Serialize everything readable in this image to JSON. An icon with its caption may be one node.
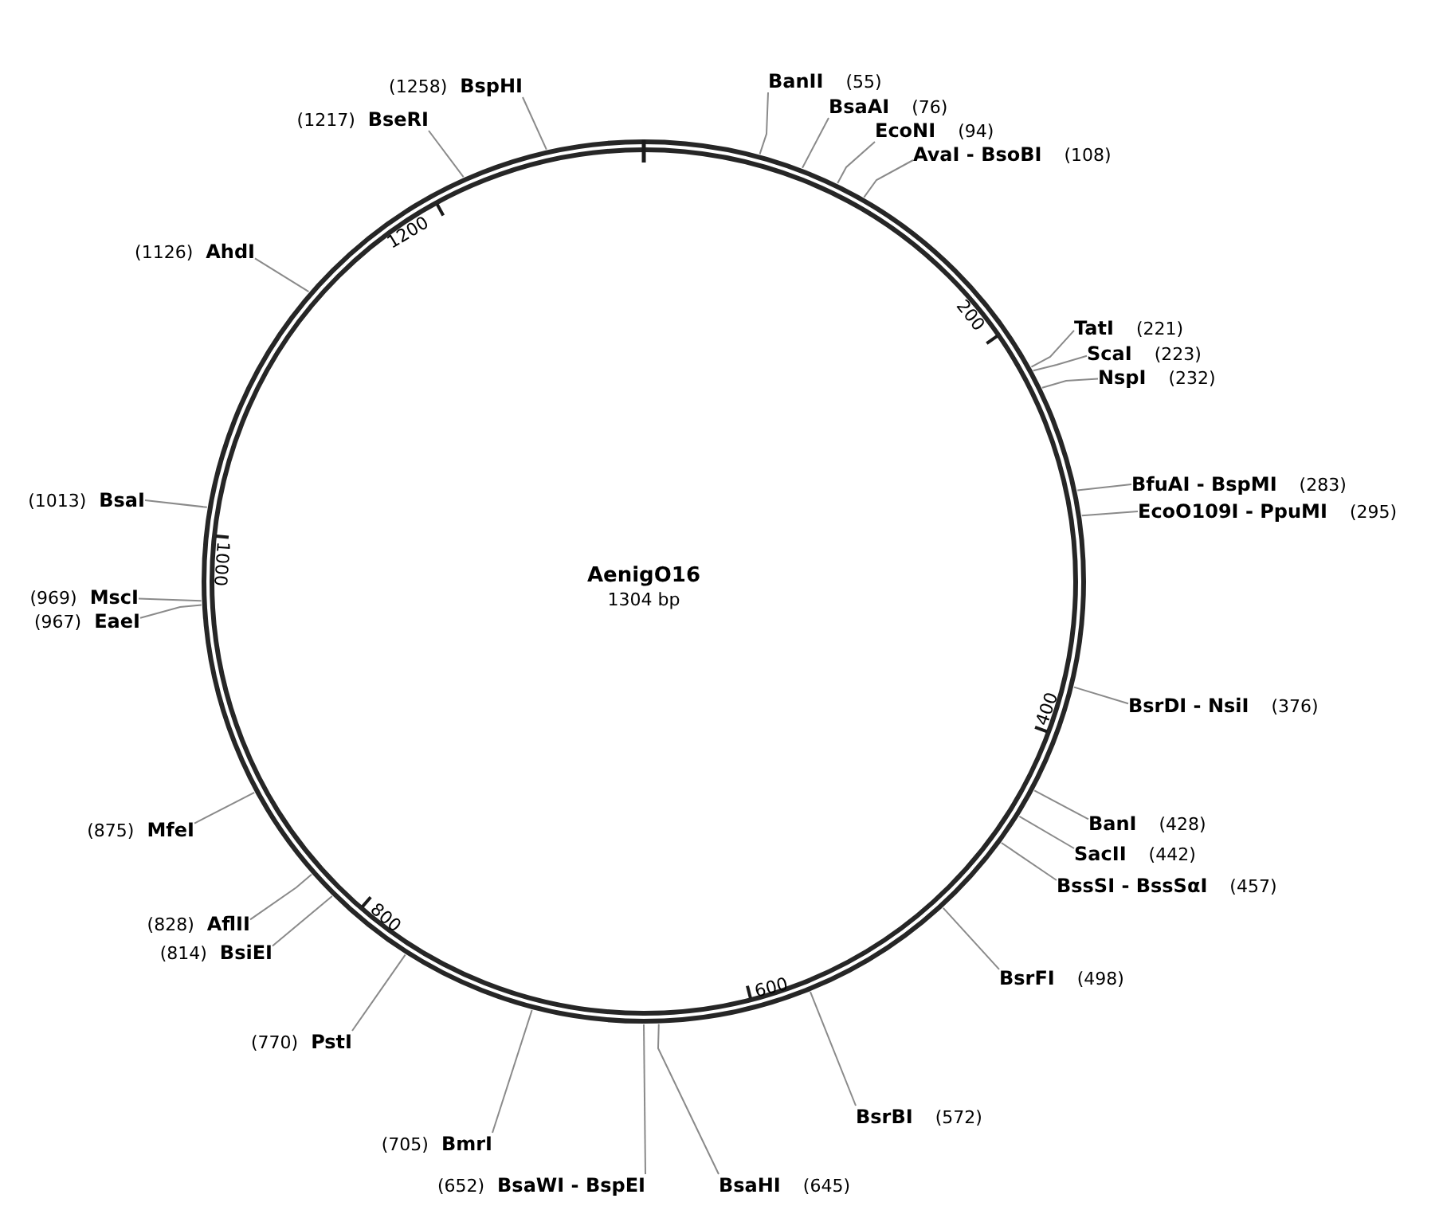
{
  "diagram": {
    "nodes": [
      {
        "text": [
          "AenigO16",
          "1304 bp"
        ]
      },
      {
        "text": [
          "BanII",
          "(55)"
        ]
      },
      {
        "text": [
          "(1258)",
          "BspHI"
        ]
      },
      {
        "text": [
          "BsaAI",
          "(76)"
        ]
      },
      {
        "text": [
          "(1217)",
          "BseRI"
        ]
      },
      {
        "text": [
          "EcoNI",
          "(94)"
        ]
      },
      {
        "text": [
          "AvaI - BsoBI",
          "(108)"
        ]
      },
      {
        "text": [
          "(1126)",
          "AhdI"
        ]
      },
      {
        "text": [
          "TatI",
          "(221)"
        ]
      },
      {
        "text": [
          "ScaI",
          "(223)"
        ]
      },
      {
        "text": [
          "NspI",
          "(232)"
        ]
      },
      {
        "text": [
          "BfuAI - BspMI",
          "(283)"
        ]
      },
      {
        "text": [
          "(1013)",
          "BsaI"
        ]
      },
      {
        "text": [
          "EcoO109I - PpuMI",
          "(295)"
        ]
      },
      {
        "text": [
          "(969)",
          "MscI"
        ]
      },
      {
        "text": [
          "(967)",
          "EaeI"
        ]
      },
      {
        "text": [
          "BsrDI - NsiI",
          "(376)"
        ]
      },
      {
        "text": [
          "BanI",
          "(428)"
        ]
      },
      {
        "text": [
          "(875)",
          "MfeI"
        ]
      },
      {
        "text": [
          "SacII",
          "(442)"
        ]
      },
      {
        "text": [
          "BssSI - BssSαI",
          "(457)"
        ]
      },
      {
        "text": [
          "(828)",
          "AflII"
        ]
      },
      {
        "text": [
          "(814)",
          "BsiEI"
        ]
      },
      {
        "text": [
          "BsrFI",
          "(498)"
        ]
      },
      {
        "text": [
          "(770)",
          "PstI"
        ]
      },
      {
        "text": [
          "BsrBI",
          "(572)"
        ]
      },
      {
        "text": [
          "(705)",
          "BmrI"
        ]
      },
      {
        "text": [
          "(652)",
          "BsaWI - BspEI"
        ]
      },
      {
        "text": [
          "BsaHI",
          "(645)"
        ]
      }
    ],
    "edges": [
      {
        "from": 1,
        "to": 0,
        "arrow": "none"
      },
      {
        "from": 2,
        "to": 0,
        "arrow": "none"
      },
      {
        "from": 3,
        "to": 0,
        "arrow": "none"
      },
      {
        "from": 4,
        "to": 0,
        "arrow": "none"
      },
      {
        "from": 5,
        "to": 0,
        "arrow": "none"
      },
      {
        "from": 6,
        "to": 0,
        "arrow": "none"
      },
      {
        "from": 7,
        "to": 0,
        "arrow": "none"
      },
      {
        "from": 8,
        "to": 0,
        "arrow": "none"
      },
      {
        "from": 9,
        "to": 0,
        "arrow": "none"
      },
      {
        "from": 10,
        "to": 0,
        "arrow": "none"
      },
      {
        "from": 11,
        "to": 0,
        "arrow": "none"
      },
      {
        "from": 12,
        "to": 0,
        "arrow": "none"
      },
      {
        "from": 13,
        "to": 0,
        "arrow": "none"
      },
      {
        "from": 14,
        "to": 0,
        "arrow": "none"
      },
      {
        "from": 15,
        "to": 0,
        "arrow": "none"
      },
      {
        "from": 16,
        "to": 0,
        "arrow": "none"
      },
      {
        "from": 17,
        "to": 0,
        "arrow": "none"
      },
      {
        "from": 18,
        "to": 0,
        "arrow": "none"
      },
      {
        "from": 19,
        "to": 0,
        "arrow": "none"
      },
      {
        "from": 20,
        "to": 0,
        "arrow": "none"
      },
      {
        "from": 21,
        "to": 0,
        "arrow": "none"
      },
      {
        "from": 22,
        "to": 0,
        "arrow": "none"
      },
      {
        "from": 23,
        "to": 0,
        "arrow": "none"
      },
      {
        "from": 24,
        "to": 0,
        "arrow": "none"
      },
      {
        "from": 25,
        "to": 0,
        "arrow": "none"
      },
      {
        "from": 26,
        "to": 0,
        "arrow": "none"
      },
      {
        "from": 27,
        "to": 0,
        "arrow": "none"
      },
      {
        "from": 28,
        "to": 0,
        "arrow": "none"
      }
    ],
    "labels": [
      "1200",
      "200",
      "1000",
      "400",
      "800",
      "600"
    ]
  }
}
